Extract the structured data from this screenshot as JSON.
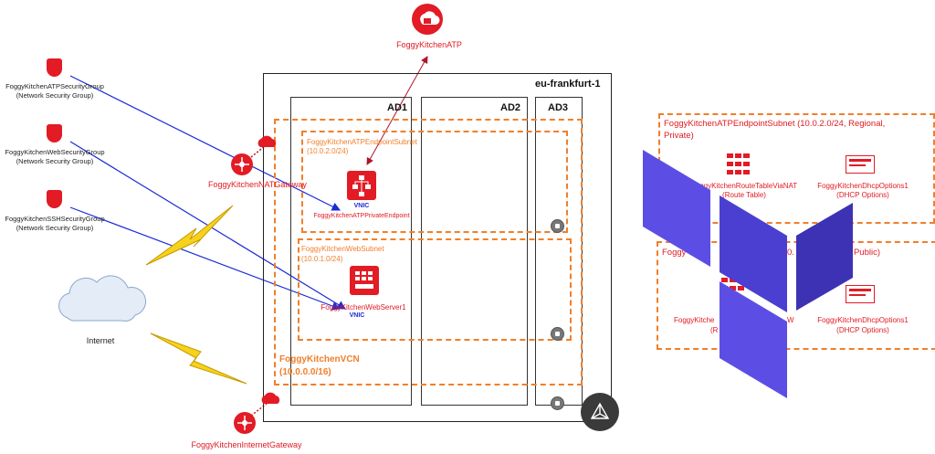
{
  "atp": {
    "label": "FoggyKitchenATP"
  },
  "region": {
    "label": "eu-frankfurt-1"
  },
  "ads": {
    "ad1": "AD1",
    "ad2": "AD2",
    "ad3": "AD3"
  },
  "nsgs": [
    {
      "name": "FoggyKitchenATPSecurityGroup",
      "sub": "(Network Security Group)"
    },
    {
      "name": "FoggyKitchenWebSecurityGroup",
      "sub": "(Network Security Group)"
    },
    {
      "name": "FoggyKitchenSSHSecurityGroup",
      "sub": "(Network Security Group)"
    }
  ],
  "internet": {
    "label": "Internet"
  },
  "nat": {
    "label": "FoggyKitchenNATGateway"
  },
  "igw": {
    "label": "FoggyKitchenInternetGateway"
  },
  "atp_subnet": {
    "name": "FoggyKitchenATPEndpointSubnet",
    "cidr": "(10.0.2.0/24)"
  },
  "atp_endpoint": {
    "vnic": "VNIC",
    "name": "FoggyKitchenATPPrivateEndpoint"
  },
  "web_subnet": {
    "name": "FoggyKitchenWebSubnet",
    "cidr": "(10.0.1.0/24)"
  },
  "webserver": {
    "name": "FoggyKitchenWebServer1",
    "vnic": "VNIC"
  },
  "vcn": {
    "name": "FoggyKitchenVCN",
    "cidr": "(10.0.0.0/16)"
  },
  "right_panel1": {
    "title_line1": "FoggyKitchenATPEndpointSubnet (10.0.2.0/24, Regional,",
    "title_line2": "Private)",
    "route_line1": "FoggyKitchenRouteTableViaNAT",
    "route_line2": "(Route Table)",
    "dhcp_line1": "FoggyKitchenDhcpOptions1",
    "dhcp_line2": "(DHCP Options)"
  },
  "right_panel2": {
    "title_prefix": "Foggy",
    "title_mid": "0.",
    "title_suffix": "nal, Public)",
    "route_line1": "FoggyKitche",
    "route_suffix": "W",
    "route_line2": "(R",
    "dhcp_line1": "FoggyKitchenDhcpOptions1",
    "dhcp_line2": "(DHCP Options)"
  },
  "colors": {
    "oracle_red": "#e21b25",
    "subnet_orange": "#f07f2a",
    "arrow_blue": "#1a2bd8",
    "terraform_purple": "#5c4ee5"
  }
}
